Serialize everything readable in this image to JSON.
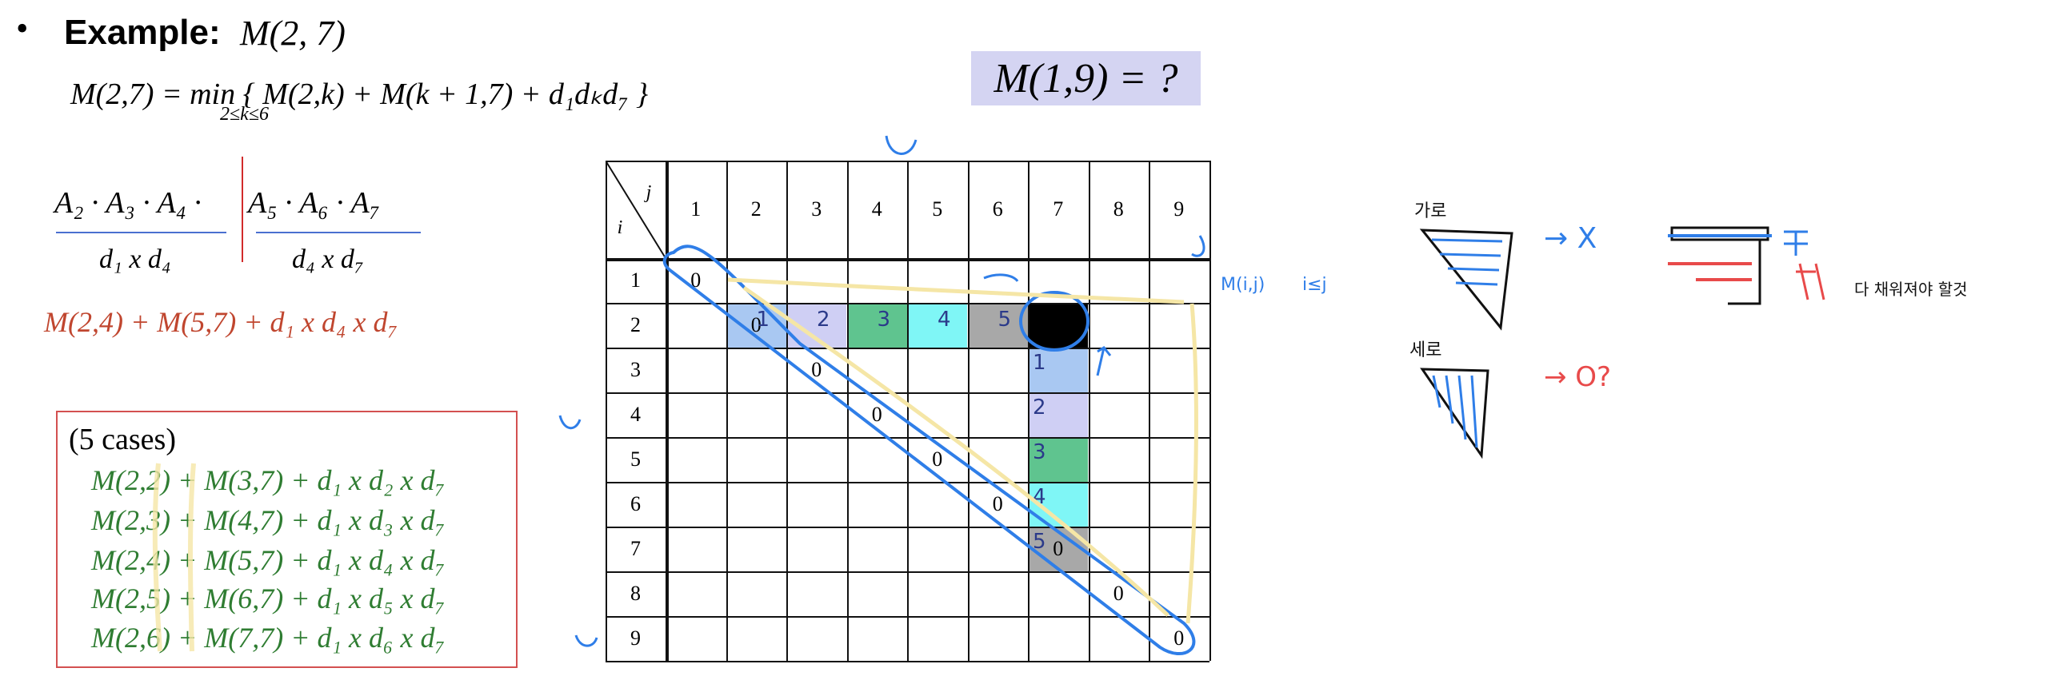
{
  "heading": {
    "bullet": "•",
    "label": "Example:",
    "expr": "M(2, 7)"
  },
  "formula": {
    "main": "M(2,7) = min { M(2,k) + M(k + 1,7) + d₁dₖd₇ }",
    "subscript": "2≤k≤6"
  },
  "question": "M(1,9) = ?",
  "split": {
    "left_matrices": "A₂ · A₃ · A₄ ·",
    "right_matrices": "A₅ · A₆ · A₇",
    "left_dims": "d₁ x d₄",
    "right_dims": "d₄ x d₇",
    "red_expr": "M(2,4) + M(5,7) + d₁ x d₄ x d₇"
  },
  "cases": {
    "title": "(5 cases)",
    "lines": [
      "M(2,2) + M(3,7) + d₁ x d₂ x d₇",
      "M(2,3) + M(4,7) + d₁ x d₃ x d₇",
      "M(2,4) + M(5,7) + d₁ x d₄ x d₇",
      "M(2,5) + M(6,7) + d₁ x d₅ x d₇",
      "M(2,6) + M(7,7) + d₁ x d₆ x d₇"
    ]
  },
  "table": {
    "col_header": "j",
    "row_header": "i",
    "cols": [
      "1",
      "2",
      "3",
      "4",
      "5",
      "6",
      "7",
      "8",
      "9"
    ],
    "rows": [
      "1",
      "2",
      "3",
      "4",
      "5",
      "6",
      "7",
      "8",
      "9"
    ],
    "diagonal_value": "0",
    "row2_highlight_values": [
      "1",
      "2",
      "3",
      "4",
      "5"
    ],
    "col7_highlight_values": [
      "1",
      "2",
      "3",
      "4",
      "5"
    ],
    "colors": {
      "blue": "#a9c8f2",
      "lavender": "#cfcff4",
      "green": "#5fc48f",
      "cyan": "#7ff6f6",
      "gray": "#a8a8a8",
      "black": "#000000"
    },
    "annotations": {
      "row_side": "i",
      "col_top": "j"
    }
  },
  "notes": {
    "mij": "M(i,j)",
    "i_le_j": "i≤j",
    "garo": "가로",
    "sero": "세로",
    "arrow_x": "→ X",
    "arrow_o": "→ O?",
    "han": "다 채워져야 할것",
    "i_char": "i",
    "j_char": "j"
  }
}
